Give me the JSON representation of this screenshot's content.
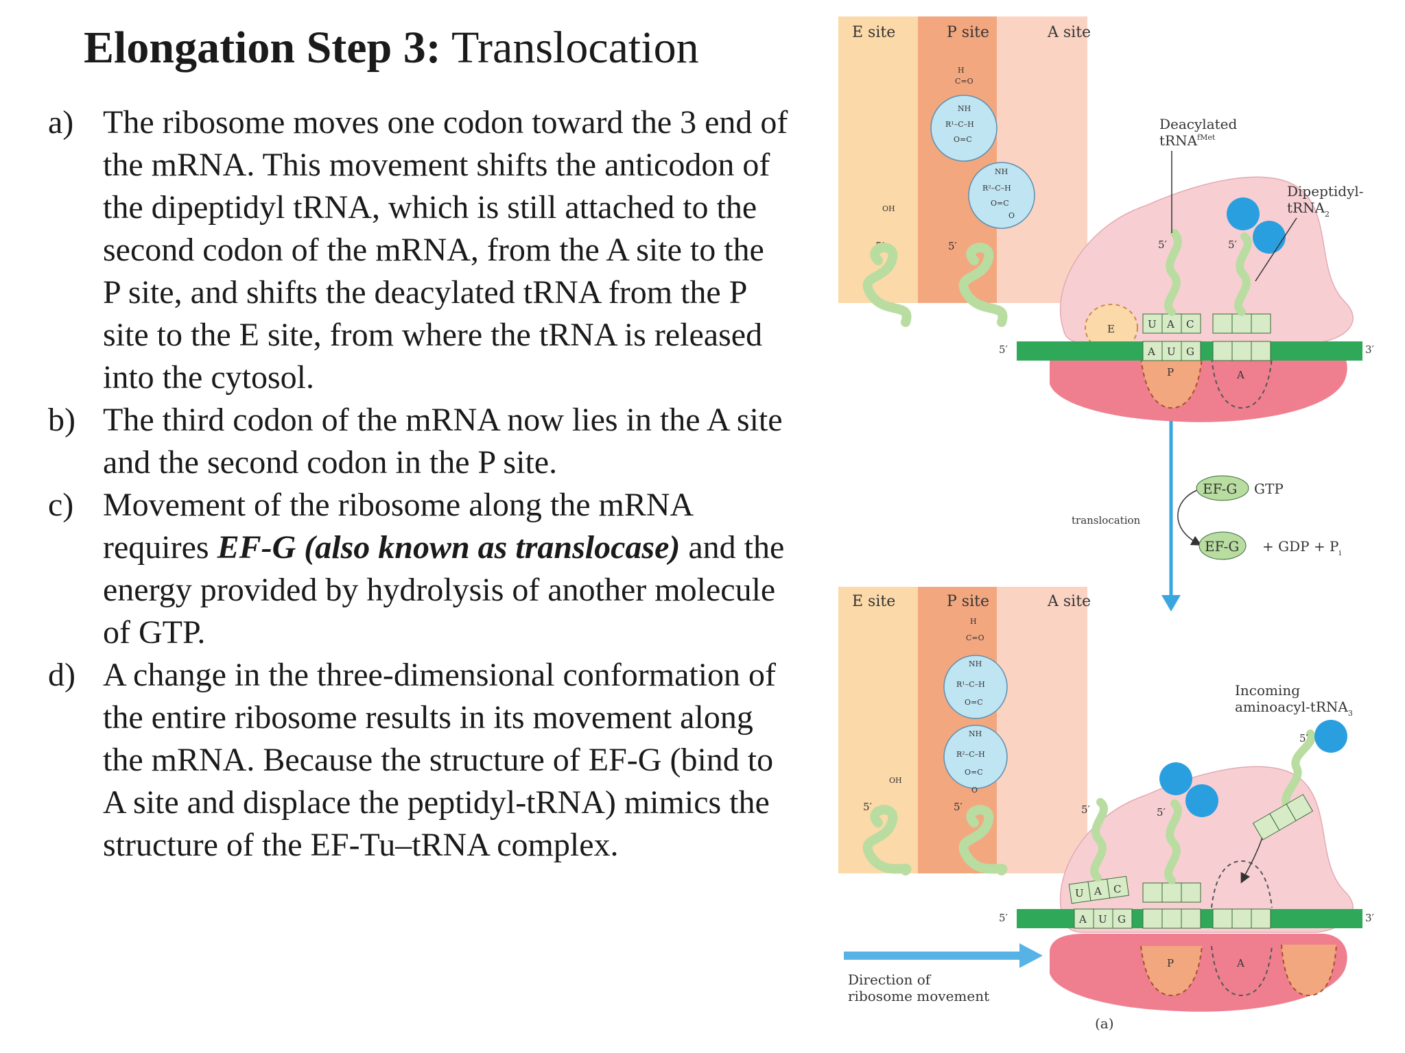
{
  "title": {
    "bold": "Elongation Step 3:",
    "rest": " Translocation"
  },
  "bullets": [
    {
      "marker": "a)",
      "text": "The ribosome moves one codon toward the 3 end of the mRNA. This movement shifts the anticodon of the dipeptidyl tRNA, which is still attached to the second codon of the mRNA, from the A site to the P site, and shifts the deacylated tRNA from the P site to the E site, from where the tRNA is released into the cytosol."
    },
    {
      "marker": "b)",
      "text": "The third codon of the mRNA now lies in the A site and the second codon in the P site."
    },
    {
      "marker": "c)",
      "text_before": "Movement of the ribosome along the mRNA requires ",
      "emph": "EF-G (also known as translocase)",
      "text_after": " and the energy provided by hydrolysis of another molecule of GTP."
    },
    {
      "marker": "d)",
      "text": "A change in the three-dimensional conformation of the entire ribosome results in its movement along the mRNA. Because the structure of EF-G (bind to A site and displace the peptidyl-tRNA)  mimics the structure of the EF-Tu–tRNA complex."
    }
  ],
  "diagram": {
    "sites": {
      "e": "E site",
      "p": "P site",
      "a": "A site"
    },
    "end5": "5′",
    "end3": "3′",
    "oh": "OH",
    "chem": {
      "h": "H",
      "co": "C=O",
      "nh": "NH",
      "r1": "R¹–C–H",
      "r2": "R²–C–H",
      "oc": "O=C",
      "o": "O"
    },
    "codon": {
      "u": "U",
      "a": "A",
      "c": "C",
      "g": "G"
    },
    "slot": {
      "e": "E",
      "p": "P",
      "a": "A"
    },
    "labels": {
      "deacylated": "Deacylated",
      "trna_fmet": "tRNA",
      "fmet_sup": "fMet",
      "dipeptidyl": "Dipeptidyl-",
      "trna2": "tRNA",
      "trna2_sub": "2",
      "translocation": "translocation",
      "efg_gtp": "EF-G",
      "gtp": "GTP",
      "efg": "EF-G",
      "gdp": "+ GDP + P",
      "pi_sub": "i",
      "incoming": "Incoming",
      "aminoacyl": "aminoacyl-tRNA",
      "aminoacyl_sub": "3",
      "direction1": "Direction of",
      "direction2": "ribosome movement",
      "panel": "(a)"
    },
    "colors": {
      "e_band": "#fcd9a8",
      "p_band": "#f3a77f",
      "a_band": "#fbd3c3",
      "ribosome_large": "#f7cfd3",
      "ribosome_small": "#ef7f8f",
      "mrna": "#2fa85a",
      "trna": "#b9dca1",
      "amino_acid": "#bfe4f2",
      "sphere": "#2a9fe0",
      "arrow": "#3aa6e0"
    }
  }
}
